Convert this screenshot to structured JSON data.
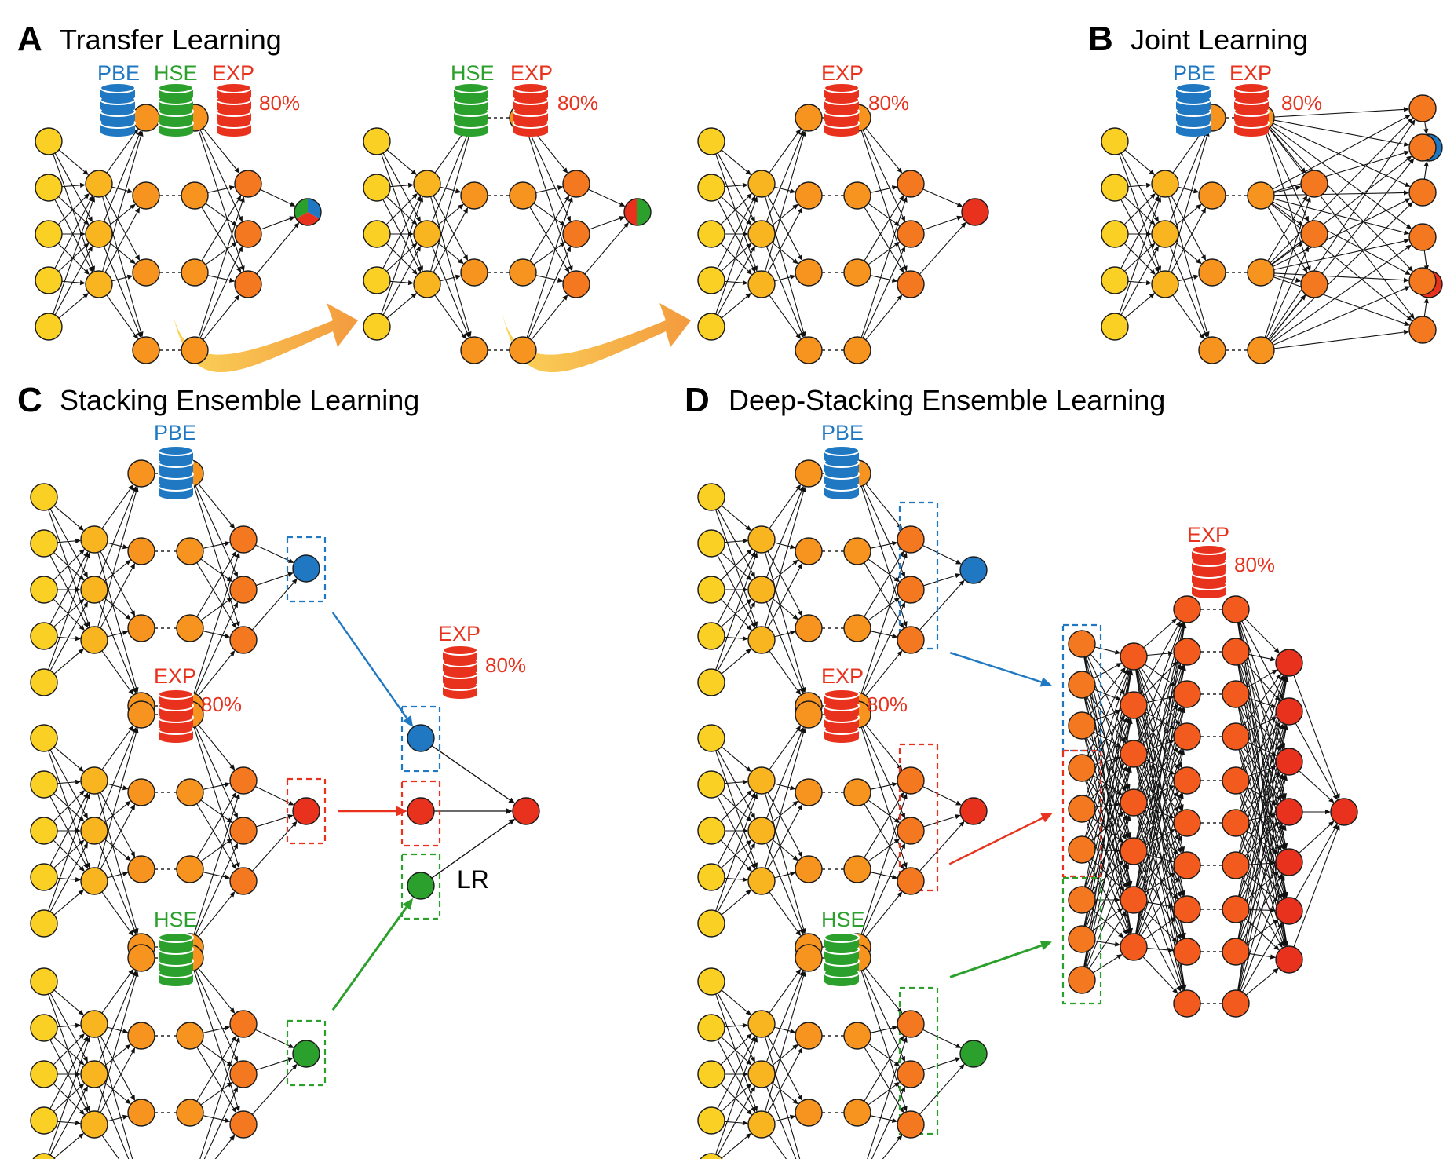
{
  "panels": {
    "A": {
      "letter": "A",
      "title": "Transfer Learning"
    },
    "B": {
      "letter": "B",
      "title": "Joint Learning"
    },
    "C": {
      "letter": "C",
      "title": "Stacking Ensemble Learning"
    },
    "D": {
      "letter": "D",
      "title": "Deep-Stacking Ensemble Learning"
    }
  },
  "datasets": {
    "pbe": "PBE",
    "hse": "HSE",
    "exp": "EXP",
    "exp_share": "80%"
  },
  "meta_model_label": "LR",
  "colors": {
    "pbe": "#1f78c1",
    "hse": "#2ca02c",
    "exp": "#e8321e",
    "input_node": "#fbd024",
    "hidden_node_1": "#f9b520",
    "hidden_node_2": "#f7941f",
    "output_node_layer": "#f4781f",
    "deep_node": "#f25a1e",
    "transfer_arrow": "#f6a540"
  },
  "icons": [
    "database-icon",
    "transfer-arrow-icon"
  ]
}
